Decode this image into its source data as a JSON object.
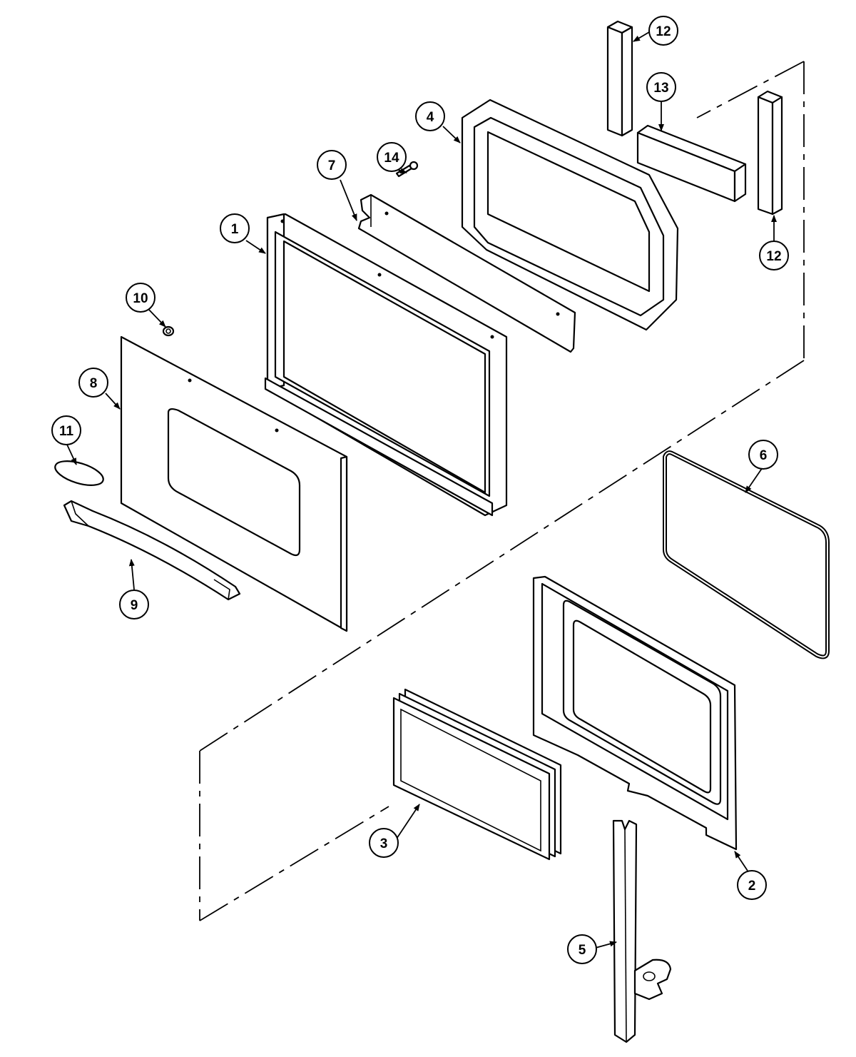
{
  "diagram": {
    "parts": [
      {
        "id": "part-1",
        "label": "1"
      },
      {
        "id": "part-2",
        "label": "2"
      },
      {
        "id": "part-3",
        "label": "3"
      },
      {
        "id": "part-4",
        "label": "4"
      },
      {
        "id": "part-5",
        "label": "5"
      },
      {
        "id": "part-6",
        "label": "6"
      },
      {
        "id": "part-7",
        "label": "7"
      },
      {
        "id": "part-8",
        "label": "8"
      },
      {
        "id": "part-9",
        "label": "9"
      },
      {
        "id": "part-10",
        "label": "10"
      },
      {
        "id": "part-11",
        "label": "11"
      },
      {
        "id": "part-12a",
        "label": "12"
      },
      {
        "id": "part-12b",
        "label": "12"
      },
      {
        "id": "part-13",
        "label": "13"
      },
      {
        "id": "part-14",
        "label": "14"
      }
    ]
  }
}
